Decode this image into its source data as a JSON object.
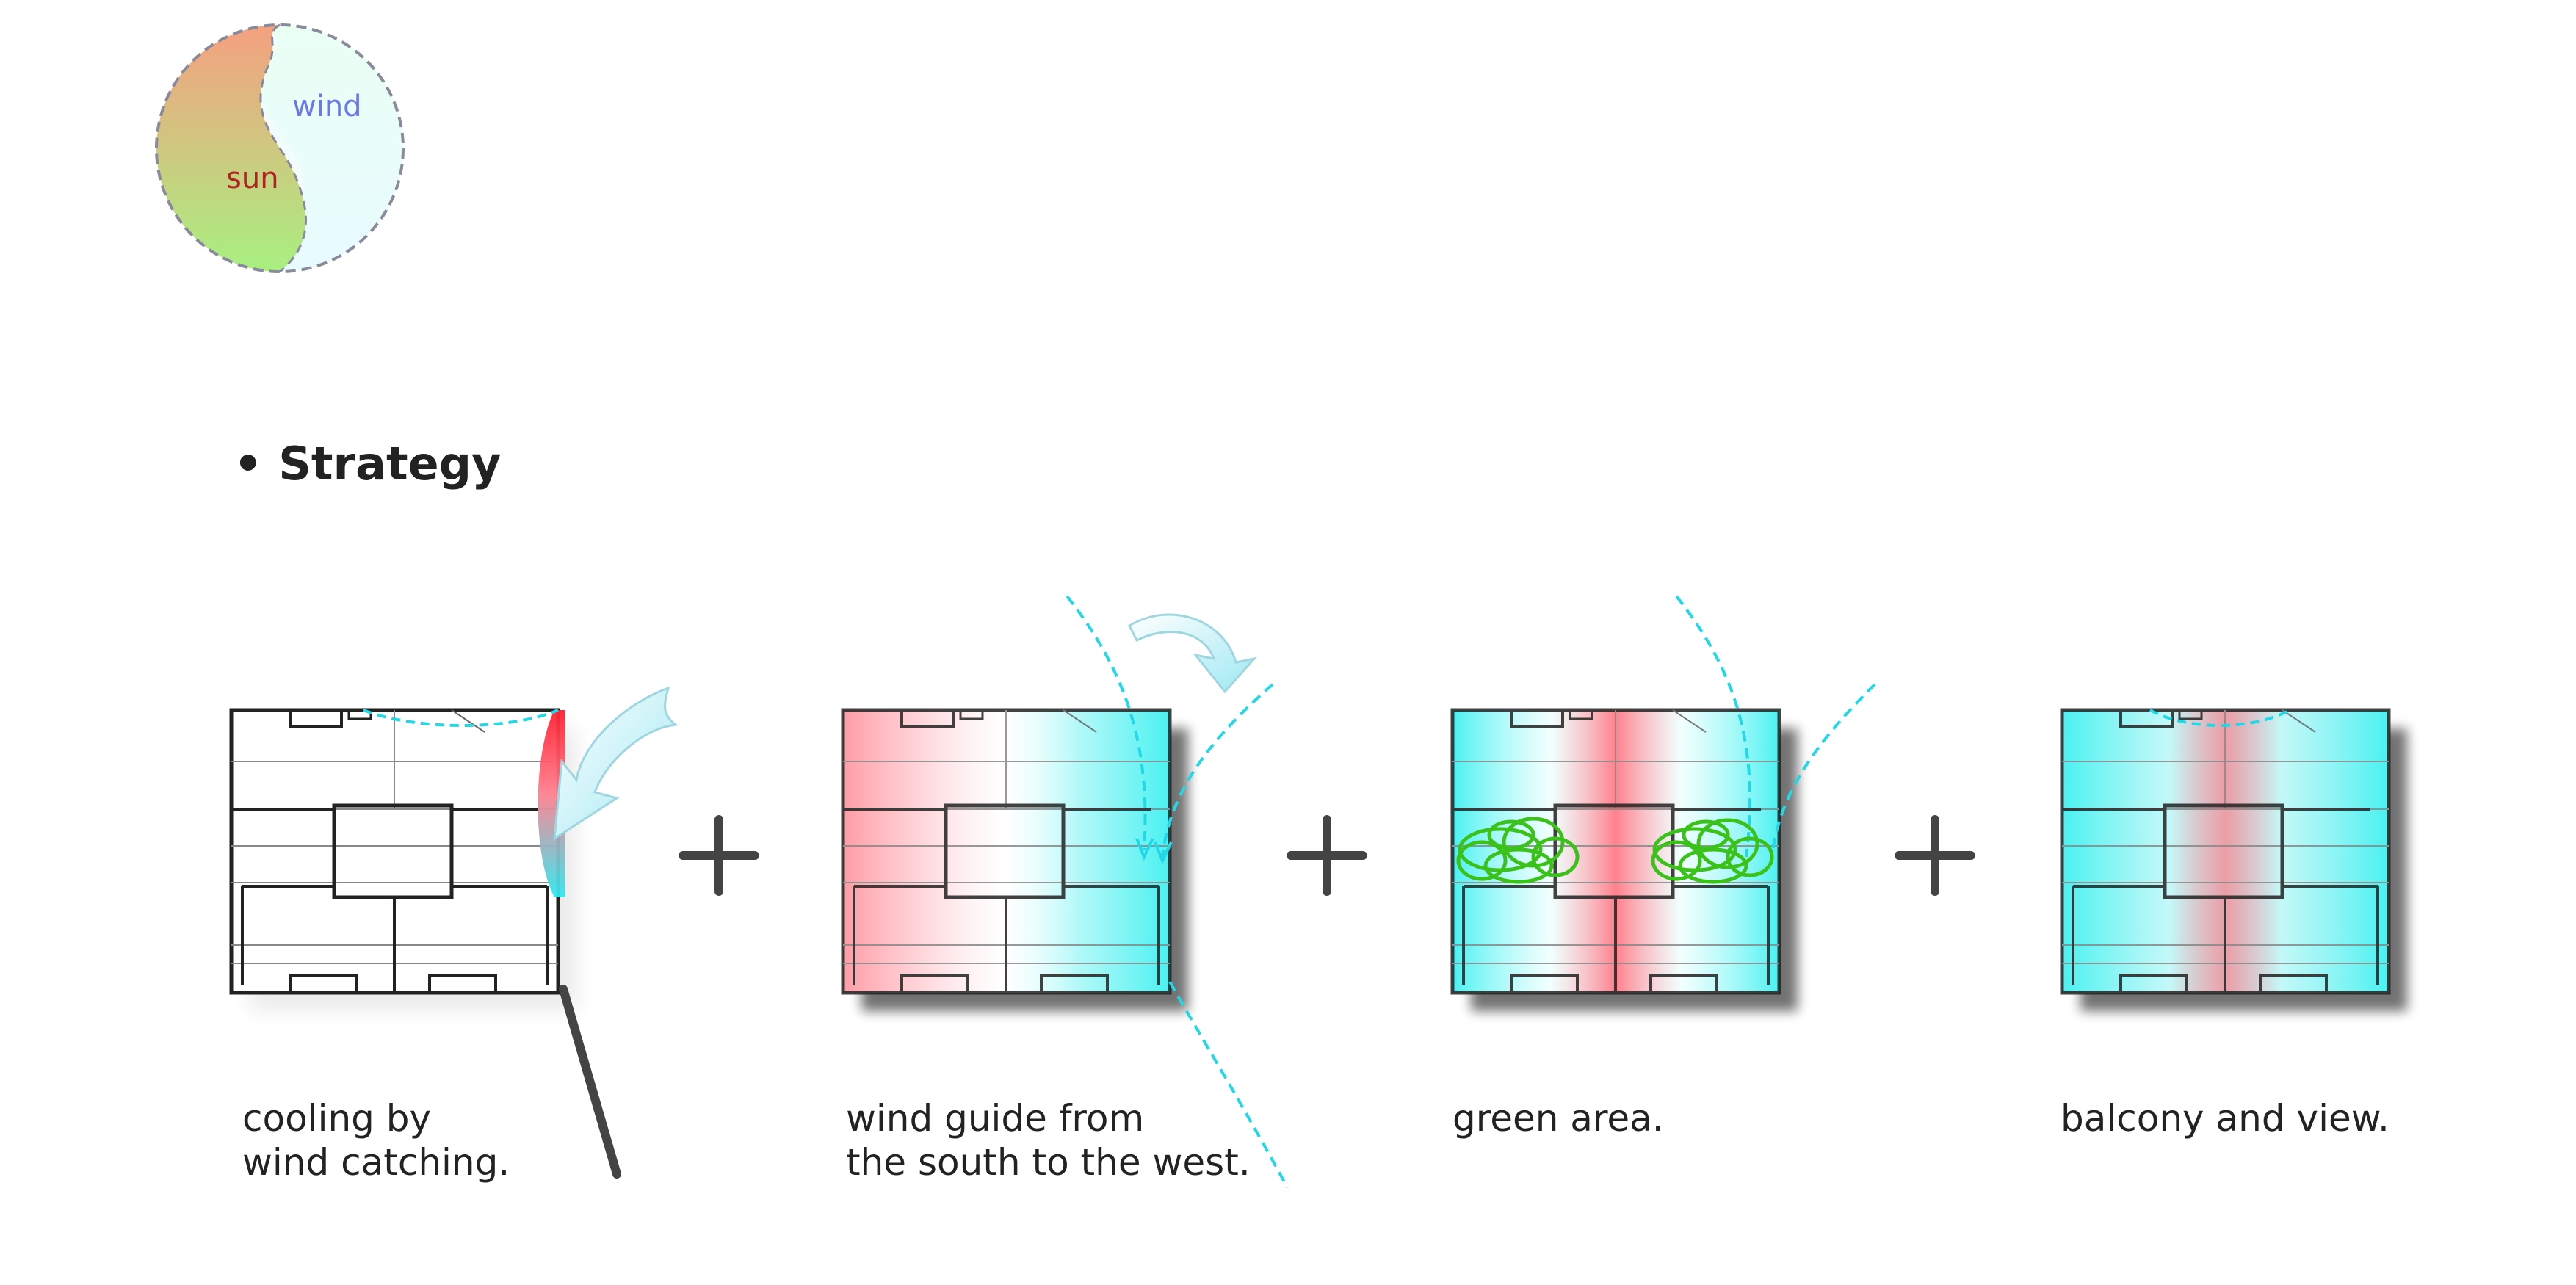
{
  "legend": {
    "sun_label": "sun",
    "wind_label": "wind",
    "sun_label_color": "#b22222",
    "wind_label_color": "#6a78e8"
  },
  "heading": {
    "bullet": "•",
    "text": "Strategy"
  },
  "colors": {
    "wind_cyan": "#4ff0f0",
    "heat_red": "#ff7a85",
    "plan_line": "#222222",
    "plus_sign": "#444444",
    "tree_green": "#3ac21a",
    "dashed_flow": "#22d8e6",
    "arrow_fill": "#bff2f6"
  },
  "strategies": [
    {
      "line1": "cooling by",
      "line2": "wind catching."
    },
    {
      "line1": "wind guide from",
      "line2": "the south to the west."
    },
    {
      "line1": "green area.",
      "line2": ""
    },
    {
      "line1": "balcony and view.",
      "line2": ""
    }
  ],
  "connector_symbol": "+"
}
